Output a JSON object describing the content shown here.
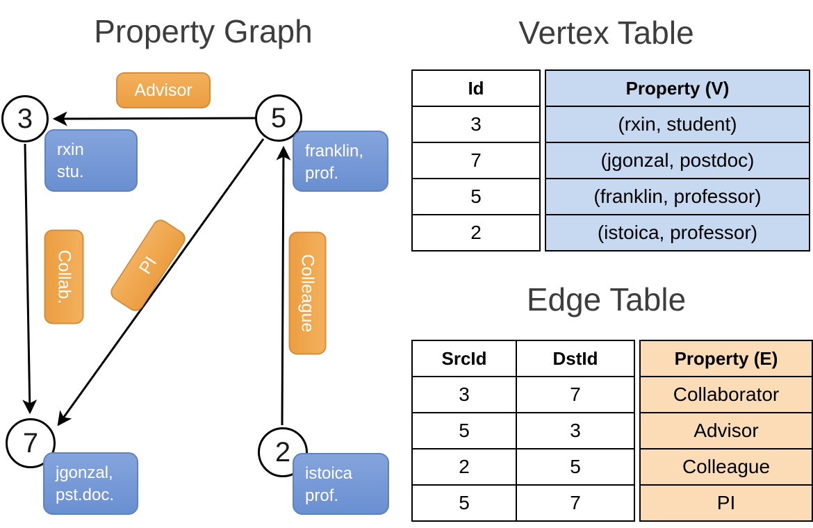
{
  "graph": {
    "title": "Property Graph",
    "nodes": [
      {
        "id": "3",
        "lines": [
          "rxin",
          "stu."
        ]
      },
      {
        "id": "5",
        "lines": [
          "franklin,",
          "prof."
        ]
      },
      {
        "id": "7",
        "lines": [
          "jgonzal,",
          "pst.doc."
        ]
      },
      {
        "id": "2",
        "lines": [
          "istoica",
          "prof."
        ]
      }
    ],
    "edges": [
      {
        "label": "Advisor"
      },
      {
        "label": "Collab."
      },
      {
        "label": "PI"
      },
      {
        "label": "Colleague"
      }
    ]
  },
  "vertex_table": {
    "title": "Vertex Table",
    "headers": {
      "id": "Id",
      "property": "Property (V)"
    },
    "rows": [
      {
        "id": "3",
        "property": "(rxin, student)"
      },
      {
        "id": "7",
        "property": "(jgonzal, postdoc)"
      },
      {
        "id": "5",
        "property": "(franklin, professor)"
      },
      {
        "id": "2",
        "property": "(istoica, professor)"
      }
    ]
  },
  "edge_table": {
    "title": "Edge Table",
    "headers": {
      "src": "SrcId",
      "dst": "DstId",
      "property": "Property (E)"
    },
    "rows": [
      {
        "src": "3",
        "dst": "7",
        "property": "Collaborator"
      },
      {
        "src": "5",
        "dst": "3",
        "property": "Advisor"
      },
      {
        "src": "2",
        "dst": "5",
        "property": "Colleague"
      },
      {
        "src": "5",
        "dst": "7",
        "property": "PI"
      }
    ]
  },
  "colors": {
    "edge_label_fill": "#EFA54E",
    "vertex_label_fill": "#7093D4",
    "vertex_property_cell": "#C6D9F1",
    "edge_property_cell": "#FBDCB6",
    "title_text": "#3D3D3D"
  }
}
